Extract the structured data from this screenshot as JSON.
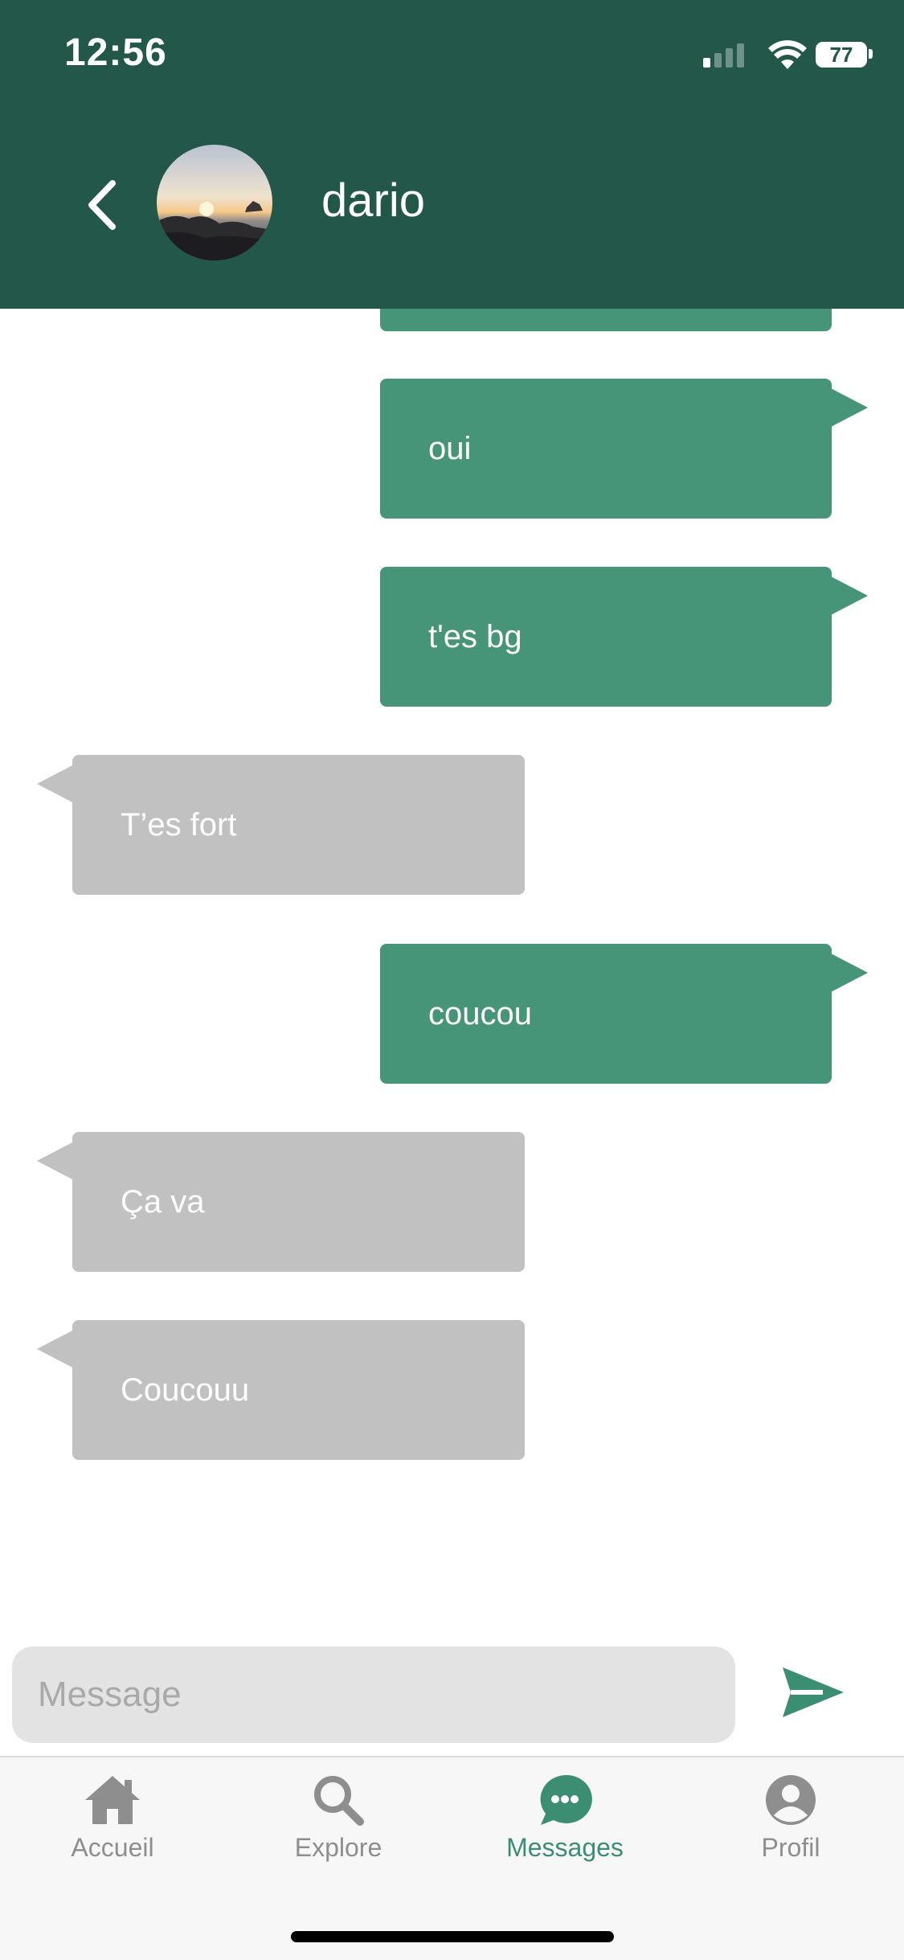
{
  "status": {
    "time": "12:56",
    "battery": "77"
  },
  "header": {
    "name": "dario"
  },
  "messages": [
    {
      "text": "oui",
      "from": "me"
    },
    {
      "text": "t'es bg",
      "from": "me"
    },
    {
      "text": "T’es fort",
      "from": "them"
    },
    {
      "text": "coucou",
      "from": "me"
    },
    {
      "text": "Ça va",
      "from": "them"
    },
    {
      "text": "Coucouu",
      "from": "them"
    }
  ],
  "composer": {
    "placeholder": "Message"
  },
  "tabs": [
    {
      "label": "Accueil",
      "icon": "home-icon"
    },
    {
      "label": "Explore",
      "icon": "search-icon"
    },
    {
      "label": "Messages",
      "icon": "chat-bubble-icon",
      "active": true
    },
    {
      "label": "Profil",
      "icon": "user-icon"
    }
  ],
  "colors": {
    "header": "#22574a",
    "sent_bubble": "#469579",
    "received_bubble": "#c1c1c1",
    "accent": "#3c8e72"
  }
}
